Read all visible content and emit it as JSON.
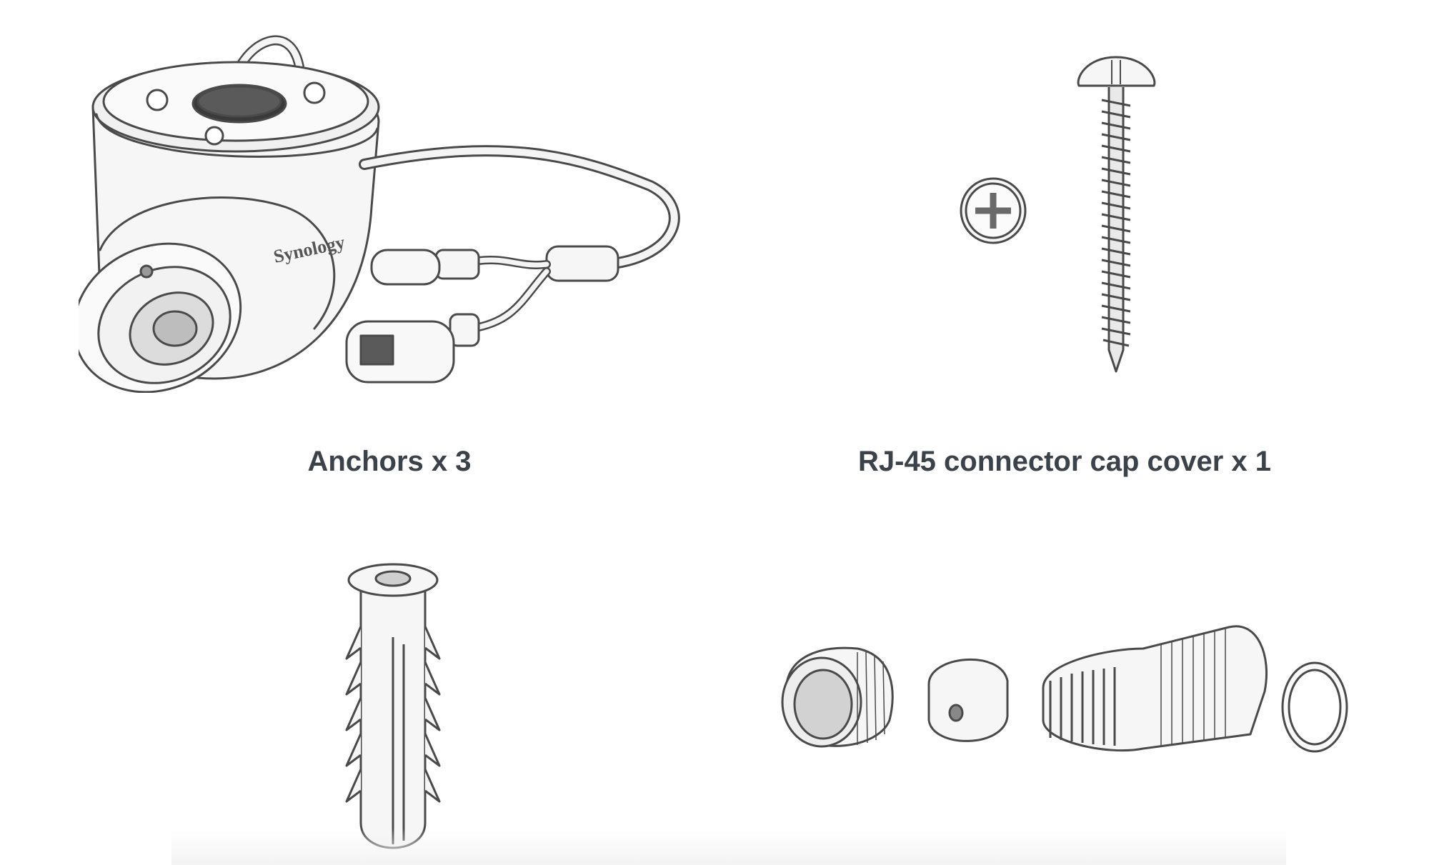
{
  "camera": {
    "brand": "Synology"
  },
  "items": [
    {
      "id": "anchors",
      "caption": "Anchors x 3"
    },
    {
      "id": "rj45-cap",
      "caption": "RJ-45 connector cap cover x 1"
    }
  ],
  "colors": {
    "line": "#4a4a4a",
    "fill": "#f4f4f4",
    "caption": "#3b4249"
  }
}
